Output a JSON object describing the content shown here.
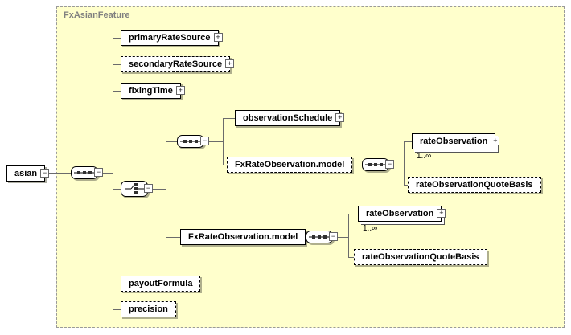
{
  "diagram": {
    "title": "FxAsianFeature",
    "glyphs": {
      "expand_collapsed": "+",
      "expand_expanded": "−"
    },
    "colors": {
      "frame_background": "#ffffcc",
      "box_background": "#ffffff",
      "box_border": "#000000",
      "title_color": "#808080",
      "line_color": "#6b6b6b"
    },
    "nodes": {
      "asian": {
        "label": "asian"
      },
      "primary_rate_source": {
        "label": "primaryRateSource"
      },
      "secondary_rate_source": {
        "label": "secondaryRateSource"
      },
      "fixing_time": {
        "label": "fixingTime"
      },
      "observation_schedule": {
        "label": "observationSchedule"
      },
      "fx_rate_observation_model_optional": {
        "label": "FxRateObservation.model"
      },
      "rate_observation_1": {
        "label": "rateObservation",
        "occurrence": "1..∞"
      },
      "rate_observation_quote_basis_1": {
        "label": "rateObservationQuoteBasis"
      },
      "fx_rate_observation_model": {
        "label": "FxRateObservation.model"
      },
      "rate_observation_2": {
        "label": "rateObservation",
        "occurrence": "1..∞"
      },
      "rate_observation_quote_basis_2": {
        "label": "rateObservationQuoteBasis"
      },
      "payout_formula": {
        "label": "payoutFormula"
      },
      "precision": {
        "label": "precision"
      }
    }
  }
}
